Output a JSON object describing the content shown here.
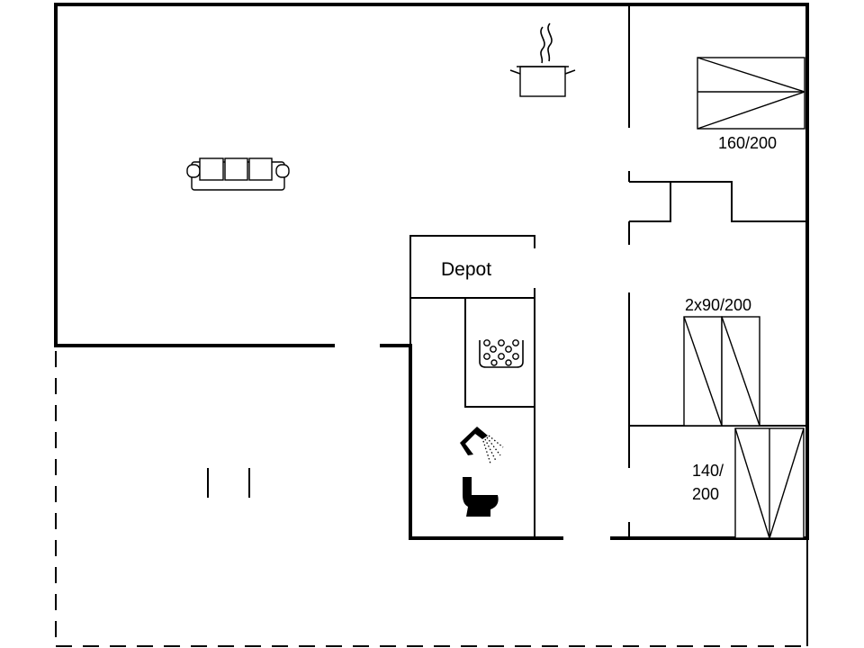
{
  "labels": {
    "depot": "Depot",
    "bed_double_top": "160/200",
    "bed_twin": "2x90/200",
    "bed_double_bottom_line1": "140/",
    "bed_double_bottom_line2": "200"
  },
  "icons": {
    "kitchen": "cooking-pot-icon",
    "living": "sofa-icon",
    "sauna": "sauna-stones-icon",
    "shower": "shower-icon",
    "toilet": "toilet-icon"
  },
  "colors": {
    "line": "#000000",
    "background": "#ffffff"
  }
}
